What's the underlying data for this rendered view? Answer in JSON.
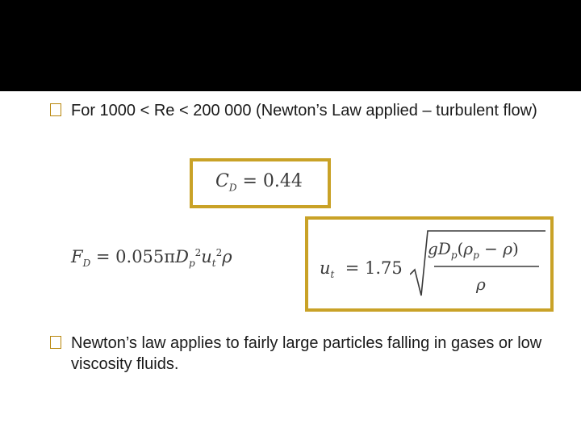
{
  "header": {
    "background": "#000000"
  },
  "bullets": [
    {
      "text": "For 1000 < Re < 200 000 (Newton’s Law applied – turbulent flow)"
    },
    {
      "text": "Newton’s law applies to fairly large particles falling in gases or low viscosity fluids."
    }
  ],
  "equations": {
    "cd": {
      "lhs": "C",
      "sub": "D",
      "rhs": "= 0.44"
    },
    "fd": {
      "lhs": "F",
      "sub": "D",
      "coef": "= 0.055π",
      "rest": "D",
      "p": "p",
      "u": "u",
      "t": "t",
      "rho": "ρ"
    },
    "ut": {
      "lhs": "u",
      "sub": "t",
      "coef": "= 1.75",
      "den": "ρ"
    }
  },
  "accent_color": "#c9a227"
}
